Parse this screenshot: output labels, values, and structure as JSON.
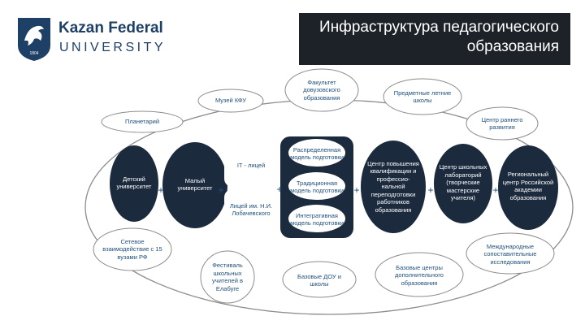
{
  "logo": {
    "line1": "Kazan Federal",
    "line2": "UNIVERSITY",
    "emblem_year": "1804"
  },
  "title": "Инфраструктура педагогического образования",
  "outer_ring": {
    "top": "Факультет довузовского образования",
    "left_upper": "Музей КФУ",
    "right_upper": "Предметные летние школы",
    "left": "Планетарий",
    "right": "Центр раннего развития",
    "left_lower": "Сетевое взаимодействие с 15 вузами РФ",
    "bottom_left": "Фестиваль школьных учителей в Елабуге",
    "bottom_center": "Базовые ДОУ и школы",
    "bottom_right": "Базовые центры дополнительного образования",
    "right_lower": "Международные сопоставительные исследования"
  },
  "chain": {
    "child_university": "Детский университет",
    "small_university": "Малый университет",
    "it_lyceum": "IT - лицей",
    "lobachevsky_lyceum": "Лицей им. Н.И. Лобачевского",
    "training_models": [
      "Распределенная модель подготовки",
      "Традиционная модель подготовки",
      "Интегративная модель подготовки"
    ],
    "qualification_center": "Центр повышения квалификации и профессио-нальной переподготовки работников образования",
    "school_labs_center": "Центр школьных лабораторий (творческие мастерские учителя)",
    "regional_center": "Региональный центр Российской академии образования"
  },
  "plus_sign": "+",
  "colors": {
    "title_bg": "#1d2229",
    "ring": "#8c8c8c",
    "dark_box": "#1b2a3d",
    "text_blue": "#1e4f7d"
  }
}
